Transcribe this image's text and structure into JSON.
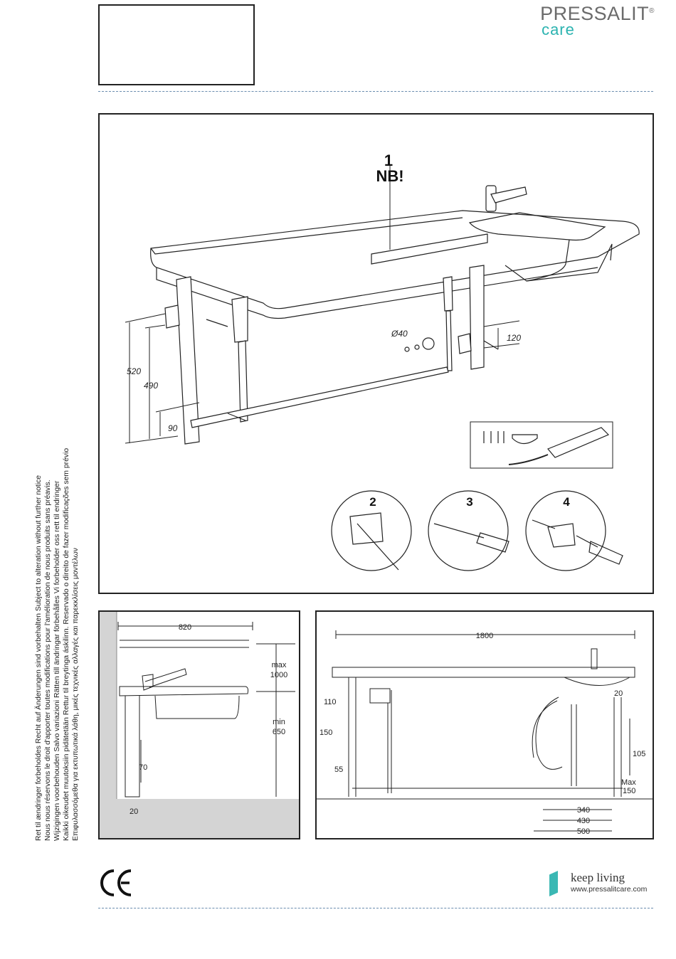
{
  "header": {
    "brand": "PRESSALIT",
    "registered": "®",
    "sub_brand": "care"
  },
  "main_figure": {
    "step_1": "1",
    "nb": "NB!",
    "dim_520": "520",
    "dim_490": "490",
    "dim_90": "90",
    "dim_120": "120",
    "hole": "Ø40",
    "step_2": "2",
    "step_3": "3",
    "step_4": "4"
  },
  "side_view": {
    "dim_820": "820",
    "max_label": "max",
    "max_value": "1000",
    "min_label": "min",
    "min_value": "650",
    "dim_70": "70",
    "dim_20": "20"
  },
  "front_view": {
    "dim_1800": "1800",
    "dim_110": "110",
    "dim_150": "150",
    "dim_55": "55",
    "dim_20": "20",
    "dim_105": "105",
    "max_label": "Max",
    "max_value": "150",
    "dim_340": "340",
    "dim_430": "430",
    "dim_500": "500"
  },
  "disclaimer_lines": [
    "Ret til ændringer forbeholdes  Recht auf Änderungen sind vorbehalten  Subject to alteration without further notice",
    "Nous nous réservons le droit d'apporter toutes modifications pour l'amélioration de nous produits sans préavis.",
    "Wijzigingen voorbehouden  Salvo variazioni  Rätten till ändringar förbehålles  Vi forbeholder oss rett til endringer",
    "Kaikki oikeudet muutoksiin pidätetään  Rettur til breytinga áskilinn. Reservado o direito de fazer modificações sem prévio",
    "Επιφυλασσόμεθα για εκτυπωτικά λάθη, μικές τεχνικές αλλαγές και παρεκκλίσεις μοντέλων"
  ],
  "footer": {
    "ce_mark": "CE",
    "tagline": "keep living",
    "website": "www.pressalitcare.com"
  },
  "colors": {
    "accent": "#2bb3b0",
    "dash": "#6a8caf",
    "floor": "#d4d4d4"
  }
}
